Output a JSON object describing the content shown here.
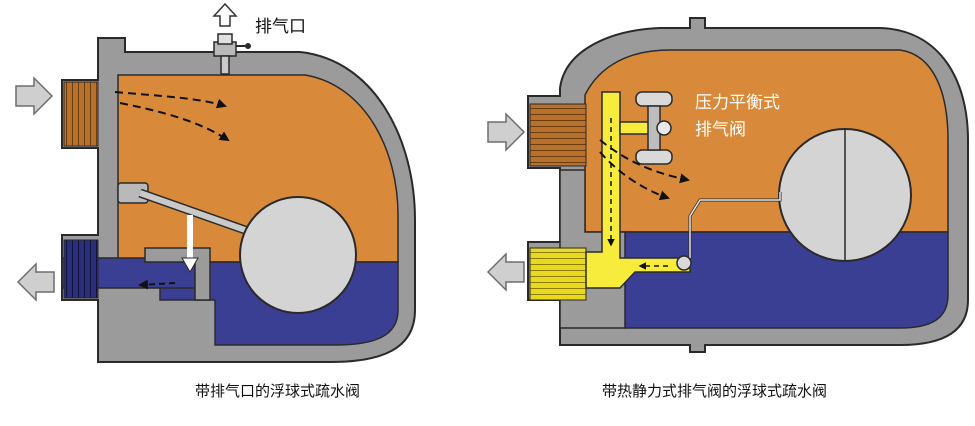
{
  "colors": {
    "body_gray": "#9b9b9b",
    "inner_gray": "#c9c9c9",
    "outline": "#2a2a2a",
    "steam_orange": "#d88a3a",
    "condensate_blue": "#3b3f94",
    "float_gray": "#d4d4d4",
    "vent_yellow": "#f7ec3c",
    "thread_orange": "#b8702a",
    "thread_blue": "#2b2f7a",
    "thread_yellow": "#e8d820",
    "label_white": "#ffffff",
    "label_black": "#111111"
  },
  "icons": [
    "flow-arrow-in-icon",
    "flow-arrow-out-icon",
    "vent-up-arrow-icon",
    "vent-valve-icon"
  ],
  "left_diagram": {
    "vent_label": "排气口",
    "caption": "带排气口的浮球式疏水阀"
  },
  "right_diagram": {
    "vent_label_line1": "压力平衡式",
    "vent_label_line2": "排气阀",
    "caption": "带热静力式排气阀的浮球式疏水阀"
  }
}
